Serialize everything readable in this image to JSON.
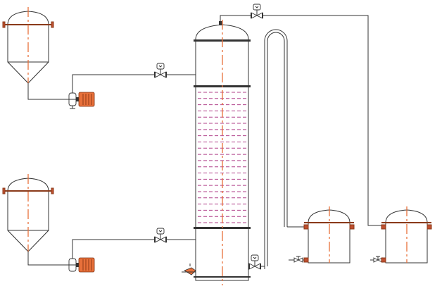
{
  "diagram": {
    "components": [
      {
        "id": "feed-tank-upper",
        "kind": "conical-tank"
      },
      {
        "id": "feed-tank-lower",
        "kind": "conical-tank"
      },
      {
        "id": "feed-pump-upper",
        "kind": "pump-with-motor"
      },
      {
        "id": "feed-pump-lower",
        "kind": "pump-with-motor"
      },
      {
        "id": "control-valve-upper-feed",
        "kind": "control-valve"
      },
      {
        "id": "control-valve-lower-feed",
        "kind": "control-valve"
      },
      {
        "id": "control-valve-overhead",
        "kind": "control-valve"
      },
      {
        "id": "control-valve-bottoms",
        "kind": "control-valve"
      },
      {
        "id": "distillation-column",
        "kind": "packed-column",
        "tray_count": 22
      },
      {
        "id": "condenser-u-tube",
        "kind": "u-tube"
      },
      {
        "id": "receiver-tank-left",
        "kind": "flat-bottom-tank"
      },
      {
        "id": "receiver-tank-right",
        "kind": "flat-bottom-tank"
      }
    ],
    "colors": {
      "line": "#333333",
      "centerline": "#e8703a",
      "trays": "#b0408a",
      "motor": "#e8703a"
    }
  }
}
